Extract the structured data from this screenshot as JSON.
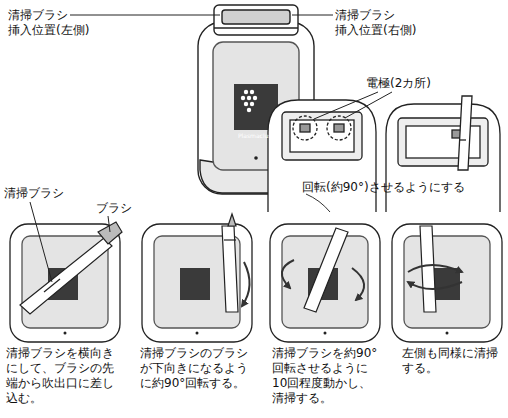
{
  "diagram": {
    "labels": [
      "清掃ブラシ 挿入位置(左側)",
      "清掃ブラシ 挿入位置(右側)",
      "電極(2カ所)",
      "Plasmacluster",
      "清掃ブラシ",
      "ブラシ",
      "回転(約90°)させるようにする",
      "清掃ブラシを横向き にして、ブラシの先 端から吹出口に差し 込む。",
      "清掃ブラシのブラシ が下向きになるよう に約90°回転する。",
      "清掃ブラシを約90° 回転させるように 10回程度動かし、 清掃する。",
      "左側も同様に清掃 する。"
    ]
  }
}
